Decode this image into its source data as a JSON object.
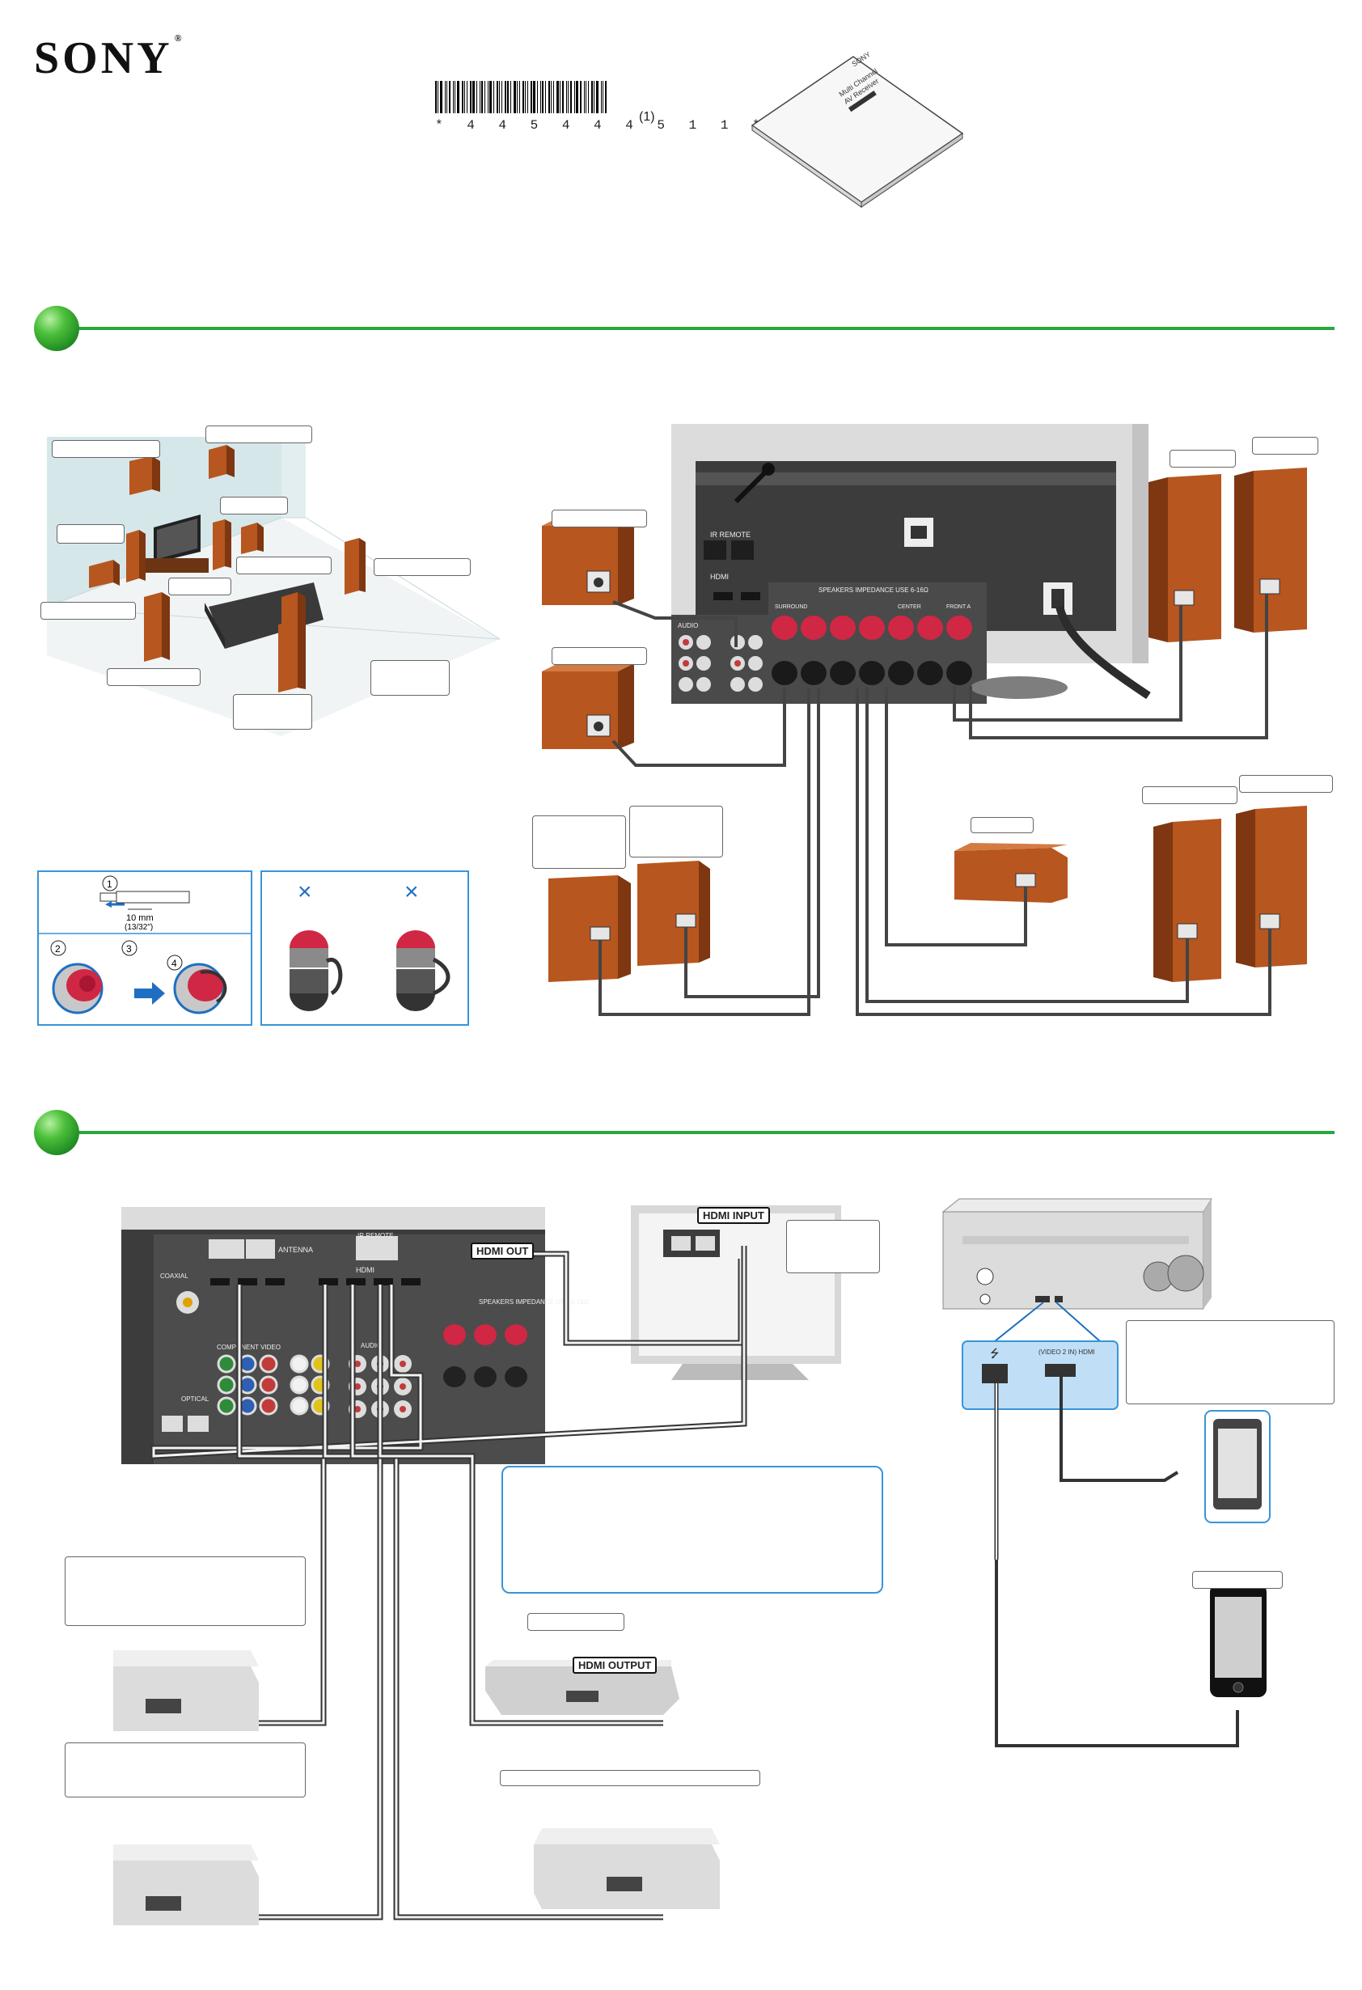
{
  "brand": {
    "logo": "SONY",
    "registered": "®"
  },
  "barcode": {
    "digits": "* 4 4 5 4 4 4 5 1 1 *",
    "revision": "(1)"
  },
  "manual_cover": {
    "brand": "SONY",
    "title_line1": "Multi Channel",
    "title_line2": "AV Receiver"
  },
  "speaker_tip": {
    "step1": "1",
    "step2": "2",
    "step3": "3",
    "step4": "4",
    "measure": "10 mm",
    "measure_imperial": "(13/32\")"
  },
  "wrong_marks": [
    "×",
    "×"
  ],
  "receiver_panel": {
    "ir_remote": "IR REMOTE",
    "hdmi": "HDMI",
    "speakers": "SPEAKERS   IMPEDANCE USE 6-16Ω",
    "surround": "SURROUND",
    "center": "CENTER",
    "front_a": "FRONT A",
    "audio": "AUDIO",
    "antenna": "ANTENNA",
    "coaxial": "COAXIAL",
    "component_video": "COMPONENT VIDEO",
    "optical": "OPTICAL"
  },
  "hdmi_labels": {
    "hdmi_out": "HDMI OUT",
    "hdmi_input": "HDMI INPUT",
    "hdmi_output": "HDMI OUTPUT"
  },
  "front_panel": {
    "usb": "⭍",
    "video_hdmi": "(VIDEO 2 IN) HDMI"
  },
  "colors": {
    "accent_green": "#2aa63c",
    "callout_blue": "#3a94d8",
    "speaker_wood": "#b7561f",
    "panel_dark": "#3c3c3c"
  }
}
